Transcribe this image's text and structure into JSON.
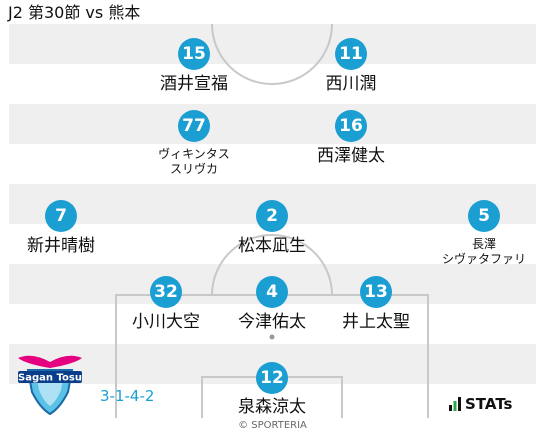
{
  "header": {
    "title": "J2 第30節 vs 熊本"
  },
  "formation": "3-1-4-2",
  "credit": "© SPORTERIA",
  "stats_logo": {
    "icon": "stats-bars-icon",
    "label": "STATs"
  },
  "club_crest": {
    "text": "Sagan Tosu",
    "icon": "sagan-tosu-crest-icon"
  },
  "colors": {
    "badge": "#1b9fd3",
    "stripe": "#efefef",
    "line": "#c8c8c8",
    "formation_text": "#1b9fd3"
  },
  "players": [
    {
      "number": "15",
      "name": "酒井宣福"
    },
    {
      "number": "11",
      "name": "西川潤"
    },
    {
      "number": "77",
      "name": "ヴィキンタス\nスリヴカ"
    },
    {
      "number": "16",
      "name": "西澤健太"
    },
    {
      "number": "7",
      "name": "新井晴樹"
    },
    {
      "number": "2",
      "name": "松本凪生"
    },
    {
      "number": "5",
      "name": "長澤\nシヴァタファリ"
    },
    {
      "number": "32",
      "name": "小川大空"
    },
    {
      "number": "4",
      "name": "今津佑太"
    },
    {
      "number": "13",
      "name": "井上太聖"
    },
    {
      "number": "12",
      "name": "泉森涼太"
    }
  ]
}
